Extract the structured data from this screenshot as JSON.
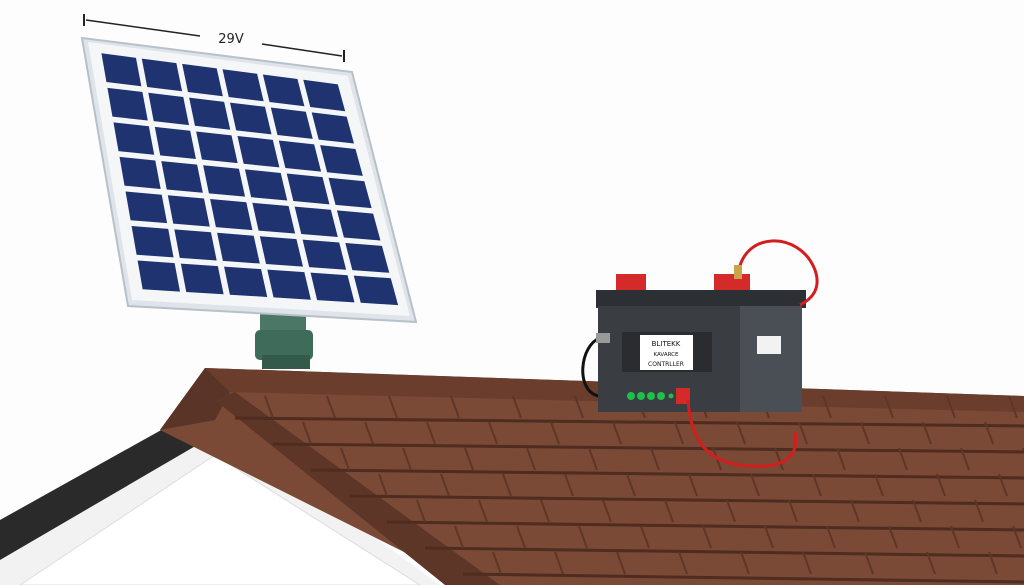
{
  "dimension_label": "29V",
  "controller_label": {
    "line1": "BLITEKK",
    "line2": "KAVARCE",
    "line3": "CONTRLLER"
  },
  "colors": {
    "panel_cell": "#1e3370",
    "panel_frame": "#e8ecf0",
    "roof_tile": "#7a4a36",
    "roof_edge": "#5a3426",
    "battery_body": "#3a3d42",
    "terminal_red": "#d42a2a",
    "cable_red": "#d41e1e",
    "led_green": "#1fbf4a",
    "mount_green": "#3f6b5a"
  },
  "panel_grid": {
    "columns": 6,
    "rows": 7
  },
  "indicator_leds": 5
}
